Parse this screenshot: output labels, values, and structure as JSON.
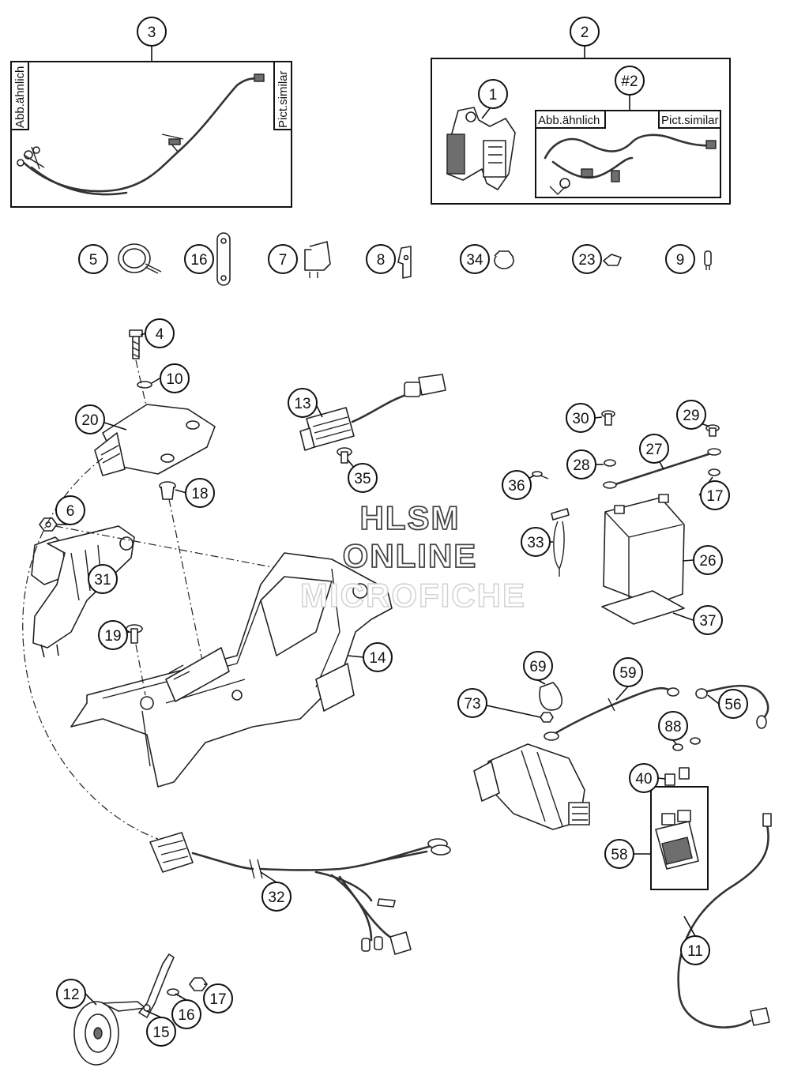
{
  "callouts": {
    "c1": "1",
    "c2": "2",
    "c2b": "#2",
    "c3": "3",
    "c4": "4",
    "c5": "5",
    "c6": "6",
    "c7": "7",
    "c8": "8",
    "c9": "9",
    "c10": "10",
    "c11": "11",
    "c12": "12",
    "c13": "13",
    "c14": "14",
    "c15": "15",
    "c16a": "16",
    "c16b": "16",
    "c17a": "17",
    "c17b": "17",
    "c18": "18",
    "c19": "19",
    "c20": "20",
    "c23": "23",
    "c26": "26",
    "c27": "27",
    "c28": "28",
    "c29": "29",
    "c30": "30",
    "c31": "31",
    "c32": "32",
    "c33": "33",
    "c34": "34",
    "c35": "35",
    "c36": "36",
    "c37": "37",
    "c40": "40",
    "c56": "56",
    "c58": "58",
    "c59": "59",
    "c69": "69",
    "c73": "73",
    "c88": "88"
  },
  "notes": {
    "abb_left": "Abb.ähnlich",
    "pict_left": "Pict.similar",
    "abb_inset": "Abb.ähnlich",
    "pict_inset": "Pict.similar"
  },
  "watermark": {
    "line1": "HLSM",
    "line2": "ONLINE",
    "line3": "MICROFICHE"
  }
}
